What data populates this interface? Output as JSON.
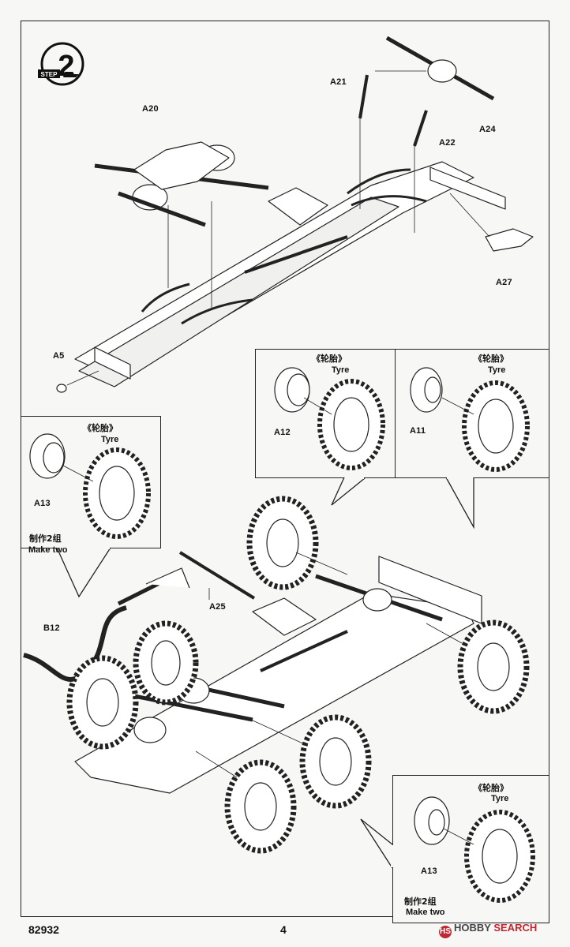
{
  "step": {
    "label": "STEP",
    "number": "2"
  },
  "parts": {
    "a20": "A20",
    "a21": "A21",
    "a22": "A22",
    "a24": "A24",
    "a27": "A27",
    "a5": "A5",
    "a12": "A12",
    "a11": "A11",
    "a13_left": "A13",
    "a25": "A25",
    "b12": "B12",
    "a13_bottom": "A13"
  },
  "callouts": {
    "tyre_cn": "《轮胎》",
    "tyre_en": "Tyre",
    "make_two_cn": "制作2组",
    "make_two_en": "Make two"
  },
  "footer": {
    "code": "82932",
    "page": "4"
  },
  "watermark": {
    "brand1": "HOBBY",
    "brand2": "SEARCH"
  }
}
